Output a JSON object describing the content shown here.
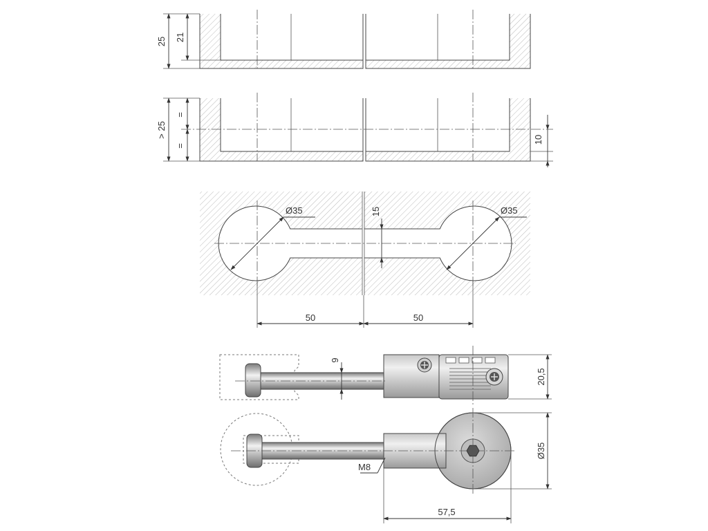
{
  "dimensions": {
    "depth_total": "25",
    "depth_pocket": "21",
    "depth_min": "> 25",
    "equal_mark": "=",
    "center_offset": "10",
    "hole_diameter": "Ø35",
    "channel_width": "15",
    "spacing": "50",
    "bolt_width": "9",
    "housing_height": "20,5",
    "housing_diameter": "Ø35",
    "thread": "M8",
    "overall_length": "57,5"
  },
  "colors": {
    "hatch": "#9a9a9a",
    "line": "#444444",
    "metal_light": "#d8d8d8",
    "metal_dark": "#9c9c9c"
  }
}
